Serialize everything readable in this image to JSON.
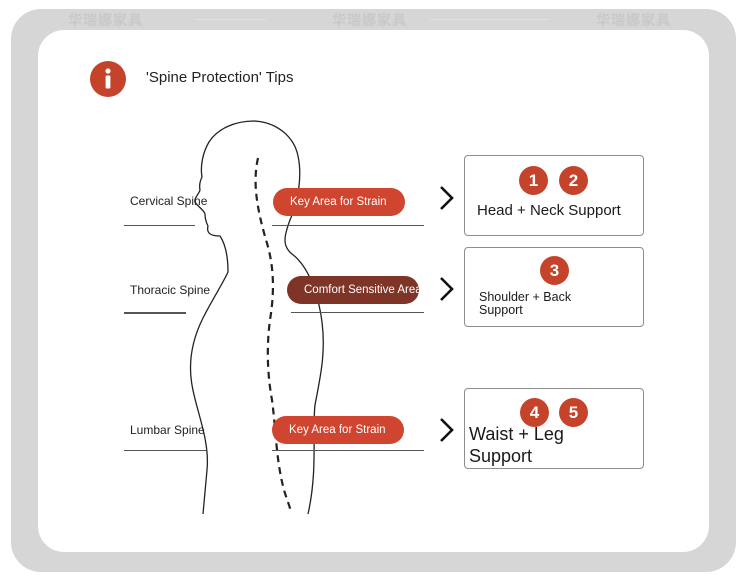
{
  "watermark": {
    "text": "华瑞娜家具"
  },
  "header": {
    "icon": "info-icon",
    "title": "'Spine Protection' Tips"
  },
  "rows": [
    {
      "spine_label": "Cervical Spine",
      "area_label": "Key Area for Strain",
      "area_color": "#cf4530",
      "support_numbers": [
        "1",
        "2"
      ],
      "support_label": "Head + Neck Support"
    },
    {
      "spine_label": "Thoracic Spine",
      "area_label": "Comfort Sensitive Area",
      "area_color": "#7f3428",
      "support_numbers": [
        "3"
      ],
      "support_label": "Shoulder + Back Support"
    },
    {
      "spine_label": "Lumbar Spine",
      "area_label": "Key Area for Strain",
      "area_color": "#cf4530",
      "support_numbers": [
        "4",
        "5"
      ],
      "support_label": "Waist + Leg Support"
    }
  ],
  "colors": {
    "accent": "#c5432b",
    "frame": "#d6d6d6",
    "outline": "#222222"
  }
}
